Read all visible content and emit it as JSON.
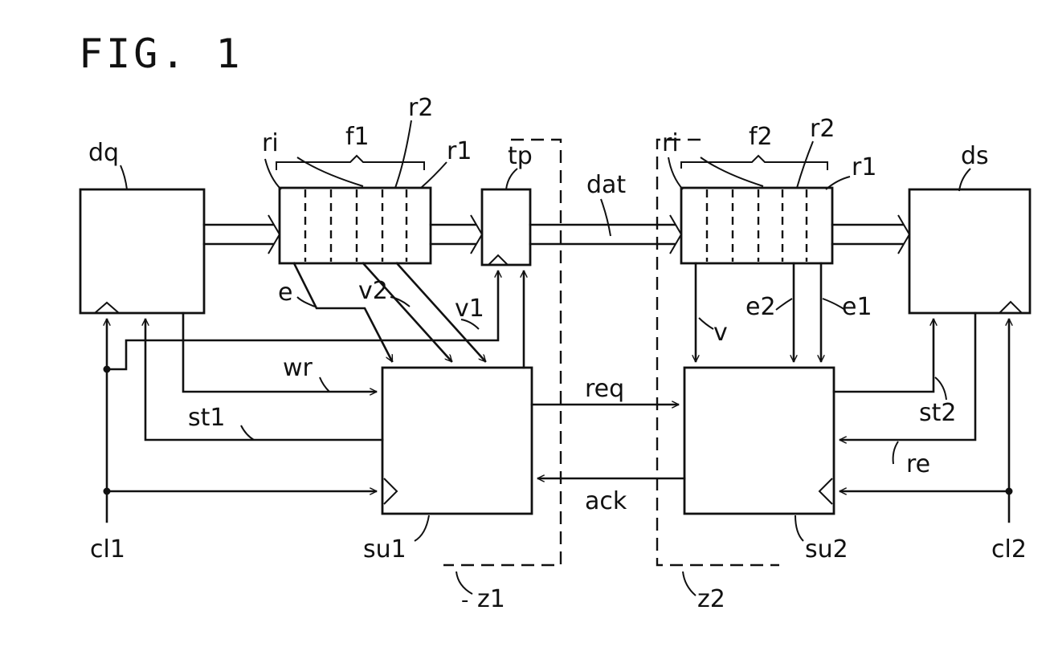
{
  "figure_title": "FIG. 1",
  "blocks": {
    "dq": "dq",
    "f1": "f1",
    "tp": "tp",
    "su1": "su1",
    "f2": "f2",
    "ds": "ds",
    "su2": "su2"
  },
  "register_labels": {
    "f1_ri": "ri",
    "f1_r2": "r2",
    "f1_r1": "r1",
    "f2_ri": "ri",
    "f2_r2": "r2",
    "f2_r1": "r1"
  },
  "signals": {
    "e": "e",
    "v2": "v2",
    "v1": "v1",
    "wr": "wr",
    "st1": "st1",
    "dat": "dat",
    "req": "req",
    "ack": "ack",
    "v": "v",
    "e2": "e2",
    "e1": "e1",
    "st2": "st2",
    "re": "re",
    "cl1": "cl1",
    "cl2": "cl2"
  },
  "zones": {
    "z1": "z1",
    "z2": "z2"
  }
}
